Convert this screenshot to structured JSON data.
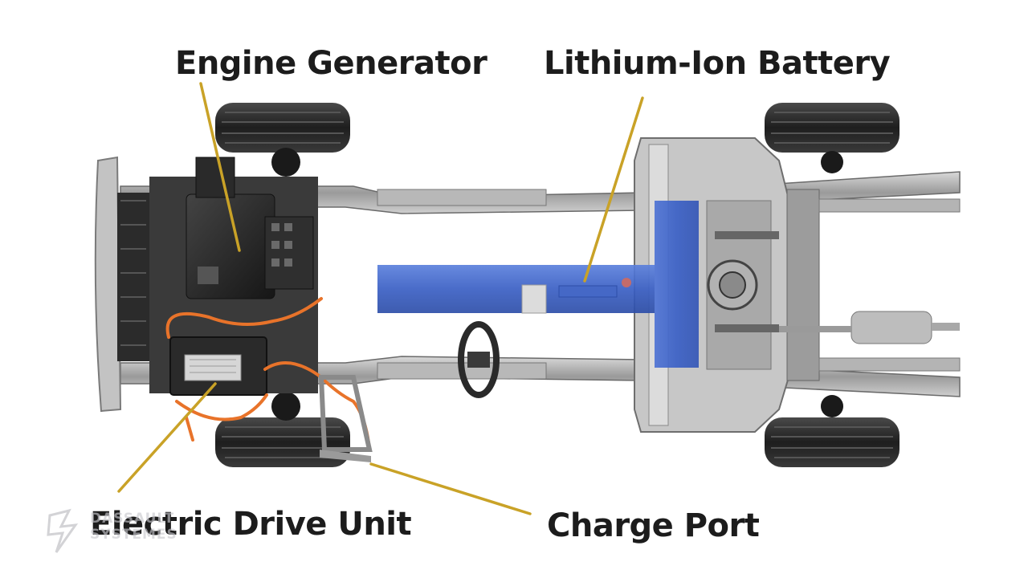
{
  "labels": {
    "engine_generator": "Engine Generator",
    "battery": "Lithium-Ion Battery",
    "drive_unit": "Electric Drive Unit",
    "charge_port": "Charge Port"
  },
  "watermark": {
    "line1": "DASSAULT",
    "line2": "SYSTEMES"
  },
  "colors": {
    "leader_line": "#c9a227",
    "battery": "#3c63c8",
    "cables": "#e8732a",
    "frame": "#8e8e8e",
    "tire": "#2a2a2a"
  }
}
